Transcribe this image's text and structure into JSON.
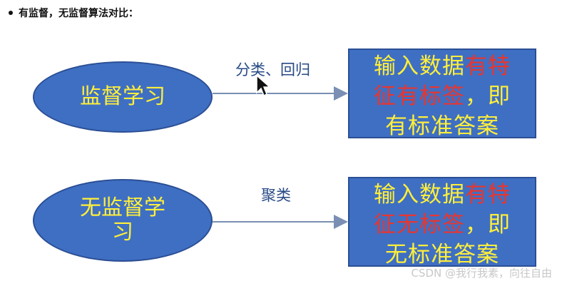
{
  "heading": "有监督，无监督算法对比：",
  "supervised": {
    "ellipse_label": "监督学习",
    "connector_label": "分类、回归",
    "box": {
      "line1_yellow": "输入数据",
      "line1_red": "有特",
      "line2_red": "征有标签",
      "line2_yellow": "，即",
      "line3_yellow": "有标准答案"
    }
  },
  "unsupervised": {
    "ellipse_line1": "无监督学",
    "ellipse_line2": "习",
    "connector_label": "聚类",
    "box": {
      "line1_yellow": "输入数据",
      "line1_red": "有特",
      "line2_red": "征无标签",
      "line2_yellow": "，即",
      "line3_yellow": "无标准答案"
    }
  },
  "watermark": "CSDN @我行我素，向往自由",
  "colors": {
    "shape_fill": "#3f6fc3",
    "shape_border": "#2b4f95",
    "yellow_text": "#ffef3b",
    "red_text": "#e8362f",
    "connector": "#7a8fb3",
    "connector_label": "#274a85"
  },
  "icons": {
    "cursor": "mouse-pointer-icon"
  }
}
